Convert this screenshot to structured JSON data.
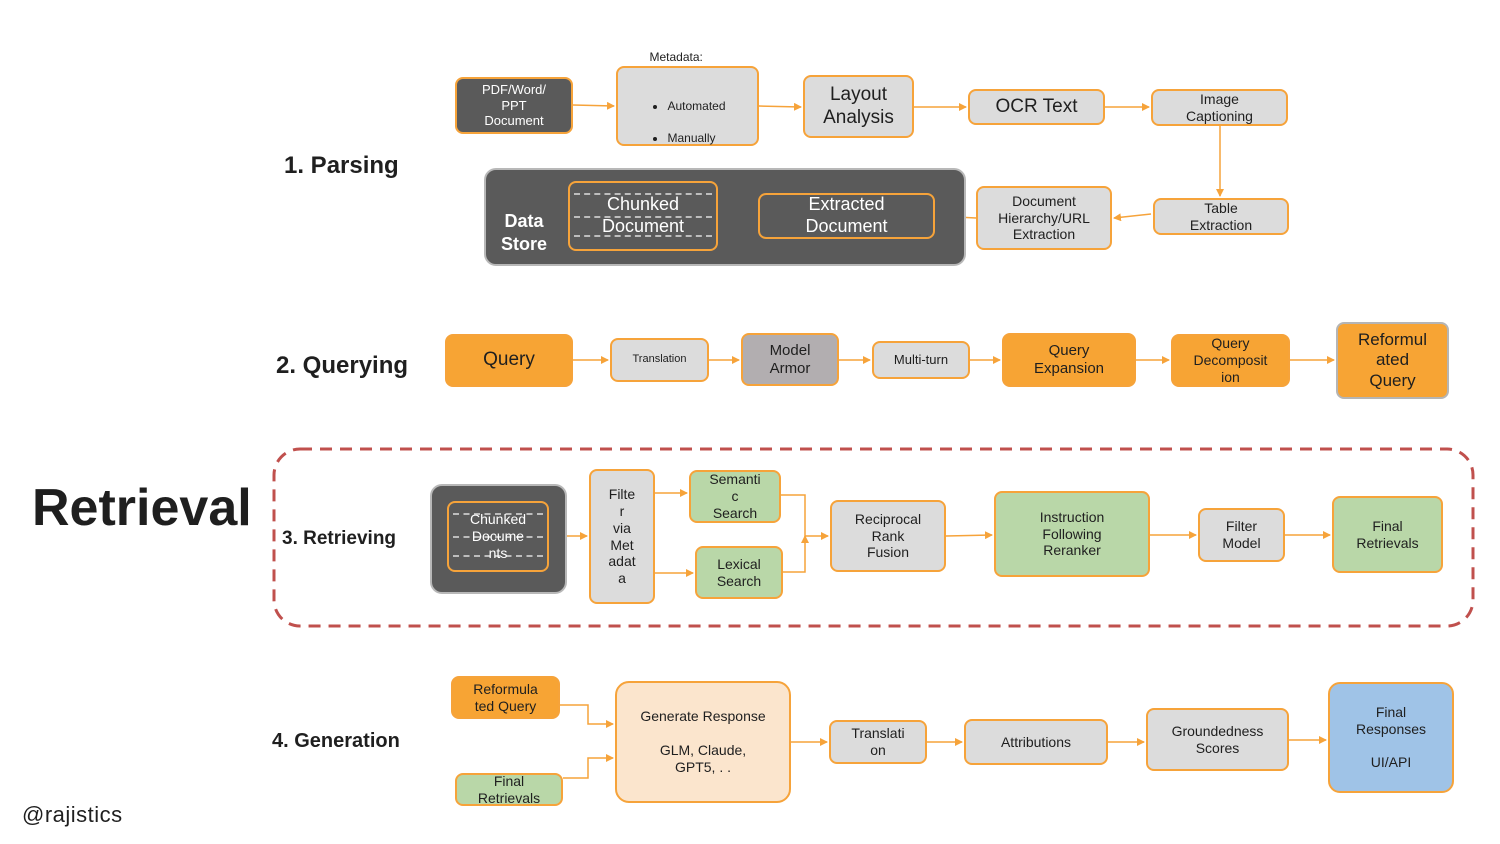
{
  "headings": {
    "parsing": "1. Parsing",
    "querying": "2. Querying",
    "retrieving": "3. Retrieving",
    "generation": "4. Generation",
    "retrieval": "Retrieval",
    "handle": "@rajistics"
  },
  "parsing": {
    "source_doc": "PDF/Word/\nPPT\nDocument",
    "metadata_title": "Metadata:",
    "metadata_items": [
      "Automated",
      "Manually"
    ],
    "layout": "Layout\nAnalysis",
    "ocr": "OCR Text",
    "captioning": "Image\nCaptioning",
    "table": "Table\nExtraction",
    "hierarchy": "Document\nHierarchy/URL\nExtraction",
    "extracted": "Extracted\nDocument",
    "chunked": "Chunked\nDocument",
    "data_store": "Data\nStore"
  },
  "querying": {
    "query": "Query",
    "translation": "Translation",
    "model_armor": "Model\nArmor",
    "multi_turn": "Multi-turn",
    "expansion": "Query\nExpansion",
    "decomposition": "Query\nDecomposit\nion",
    "reformulated": "Reformul\nated\nQuery"
  },
  "retrieving": {
    "chunked_docs": "Chunked\nDocume\nnts",
    "filter_metadata": "Filte\nr\nvia\nMet\nadat\na",
    "semantic": "Semanti\nc\nSearch",
    "lexical": "Lexical\nSearch",
    "rrf": "Reciprocal\nRank\nFusion",
    "reranker": "Instruction\nFollowing\nReranker",
    "filter_model": "Filter\nModel",
    "final": "Final\nRetrievals"
  },
  "generation": {
    "reformulated_query": "Reformula\nted Query",
    "final_retrievals": "Final\nRetrievals",
    "generate": "Generate Response\n\nGLM, Claude,\nGPT5,  . .",
    "translation": "Translati\non",
    "attributions": "Attributions",
    "groundedness": "Groundedness\nScores",
    "final_responses": "Final\nResponses\n\nUI/API"
  },
  "colors": {
    "accent_orange": "#f7a434",
    "arrow": "#f6a33a",
    "dark_panel": "#5a5a5a",
    "green": "#b9d7a8",
    "blue": "#9fc3e7",
    "dashed_red": "#c0504d"
  }
}
